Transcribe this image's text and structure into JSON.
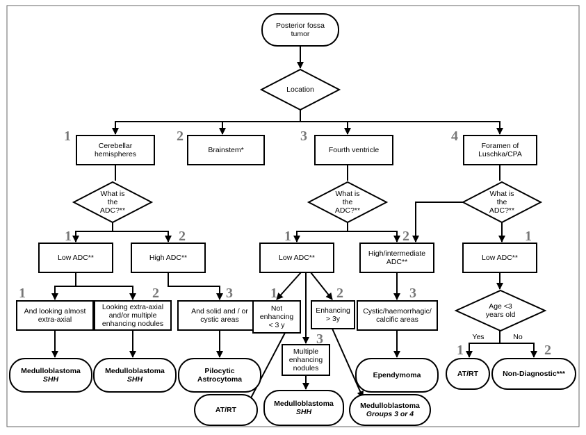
{
  "nodes": {
    "start": [
      "Posterior fossa",
      "tumor"
    ],
    "location": [
      "Location"
    ],
    "cerebellar": [
      "Cerebellar",
      "hemispheres"
    ],
    "brainstem": [
      "Brainstem*"
    ],
    "fourth": [
      "Fourth ventricle"
    ],
    "foramen": [
      "Foramen of",
      "Luschka/CPA"
    ],
    "adc1": [
      "What is",
      "the",
      "ADC?**"
    ],
    "adc3": [
      "What is",
      "the",
      "ADC?**"
    ],
    "adc4": [
      "What is",
      "the",
      "ADC?**"
    ],
    "low1": [
      "Low ADC**"
    ],
    "high1": [
      "High ADC**"
    ],
    "low3": [
      "Low ADC**"
    ],
    "highint3": [
      "High/intermediate",
      "ADC**"
    ],
    "low4": [
      "Low ADC**"
    ],
    "extraaxial": [
      "And looking almost",
      "extra-axial"
    ],
    "nodules1": [
      "Looking extra-axial",
      "and/or multiple",
      "enhancing nodules"
    ],
    "solid": [
      "And solid and / or",
      "cystic areas"
    ],
    "notenh": [
      "Not",
      "enhancing",
      "< 3 y"
    ],
    "enh": [
      "Enhancing",
      "> 3y"
    ],
    "cystic": [
      "Cystic/haemorrhagic/",
      "calcific areas"
    ],
    "age": [
      "Age <3",
      "years old"
    ],
    "multinod": [
      "Multiple",
      "enhancing",
      "nodules"
    ],
    "mb_shh1": [
      "Medulloblastoma",
      "SHH"
    ],
    "mb_shh2": [
      "Medulloblastoma",
      "SHH"
    ],
    "pilocytic": [
      "Pilocytic",
      "Astrocytoma"
    ],
    "atrt1": [
      "AT/RT"
    ],
    "mb_shh3": [
      "Medulloblastoma",
      "SHH"
    ],
    "mb_g34": [
      "Medulloblastoma",
      "Groups 3 or 4"
    ],
    "ependymoma": [
      "Ependymoma"
    ],
    "atrt2": [
      "AT/RT"
    ],
    "nondiag": [
      "Non-Diagnostic***"
    ]
  },
  "numbers": {
    "n_cerebellar": "1",
    "n_brainstem": "2",
    "n_fourth": "3",
    "n_foramen": "4",
    "n_low1": "1",
    "n_high1": "2",
    "n_low3": "1",
    "n_highint3": "2",
    "n_low4": "1",
    "n_extra": "1",
    "n_nod1": "2",
    "n_solid": "3",
    "n_notenh": "1",
    "n_enh": "2",
    "n_multi": "3",
    "n_cystic": "3",
    "n_atrt2": "1",
    "n_nondiag": "2"
  },
  "labels": {
    "yes": "Yes",
    "no": "No"
  }
}
